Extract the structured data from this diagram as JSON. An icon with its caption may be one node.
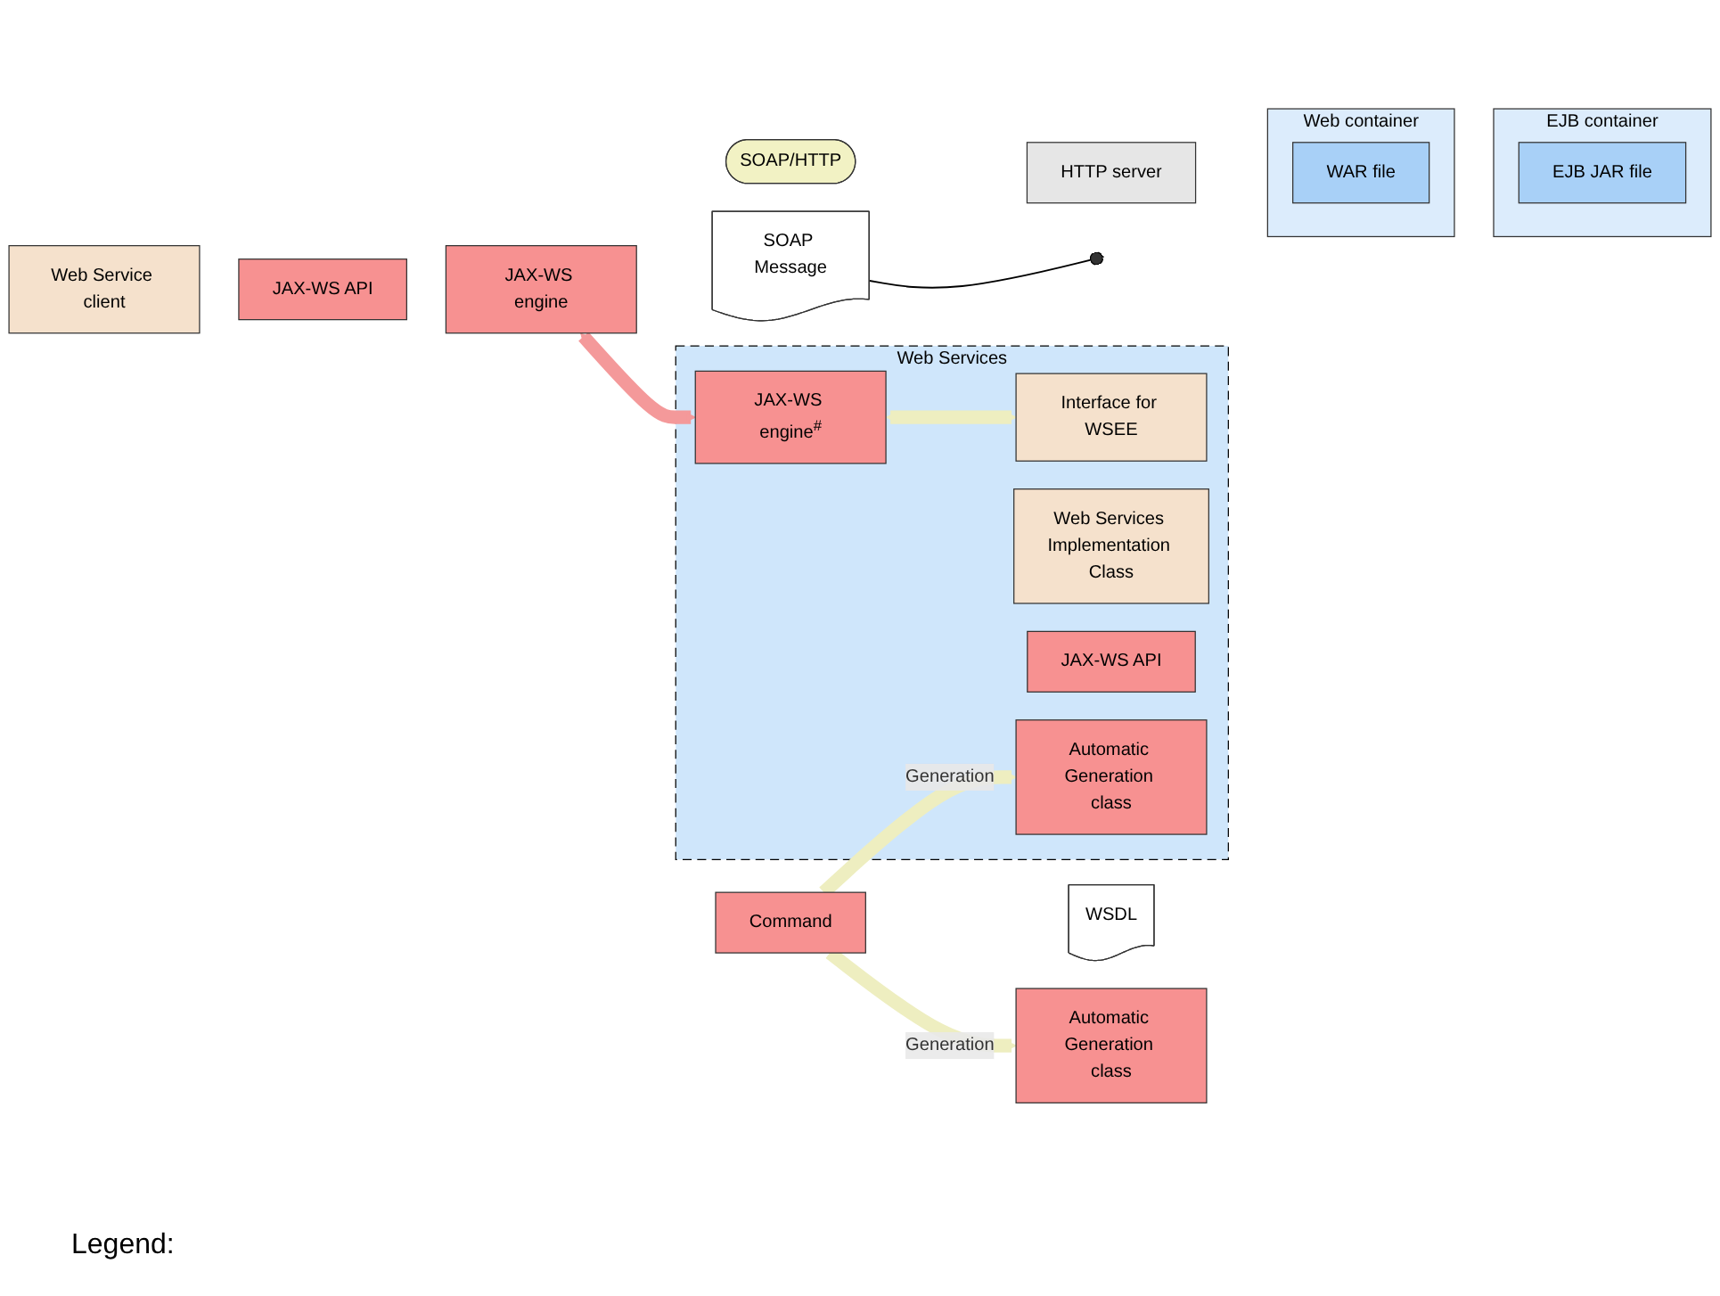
{
  "diagram": {
    "nodes": [
      {
        "text": [
          "SOAP Message"
        ]
      },
      {
        "text": [
          "HTTP server"
        ]
      },
      {
        "text": [
          "Web container"
        ]
      },
      {
        "text": [
          "WAR file"
        ],
        "in": 2
      },
      {
        "text": [
          "EJB container"
        ]
      },
      {
        "text": [
          "EJB JAR file"
        ],
        "in": 4
      },
      {
        "text": [
          "Web Services"
        ]
      },
      {
        "text": [
          "Web Service client"
        ]
      },
      {
        "text": [
          "JAX-WS API"
        ]
      },
      {
        "text": [
          "Automatic Generation class"
        ]
      },
      {
        "text": [
          "JAX-WS engine"
        ]
      },
      {
        "text": [
          "SOAP/HTTP"
        ]
      },
      {
        "text": [
          "JAX-WS engine$^{#}$"
        ],
        "in": 6
      },
      {
        "text": [
          "Interface for WSEE"
        ],
        "in": 6
      },
      {
        "text": [
          "Web Services Implementation Class"
        ],
        "in": 6
      },
      {
        "text": [
          "JAX-WS API"
        ],
        "in": 6
      },
      {
        "text": [
          "Automatic Generation class"
        ],
        "in": 6
      },
      {
        "text": [
          "Command"
        ]
      },
      {
        "text": [
          "WSDL"
        ]
      }
    ],
    "edges": [
      {
        "from": 10,
        "to": 12,
        "arrow": "both",
        "color": "#f4999a"
      },
      {
        "from": 12,
        "to": 13,
        "arrow": "both",
        "color": "#eeeec0"
      },
      {
        "from": 0,
        "to": null,
        "arrow": "other",
        "color": "#000000"
      },
      {
        "from": 17,
        "to": 9,
        "arrow": "to",
        "label": "Generation",
        "color": "#eeeec0"
      },
      {
        "from": 17,
        "to": 16,
        "arrow": "to",
        "label": "Generation",
        "color": "#eeeec0"
      }
    ],
    "labels": [
      "Legend:"
    ]
  }
}
